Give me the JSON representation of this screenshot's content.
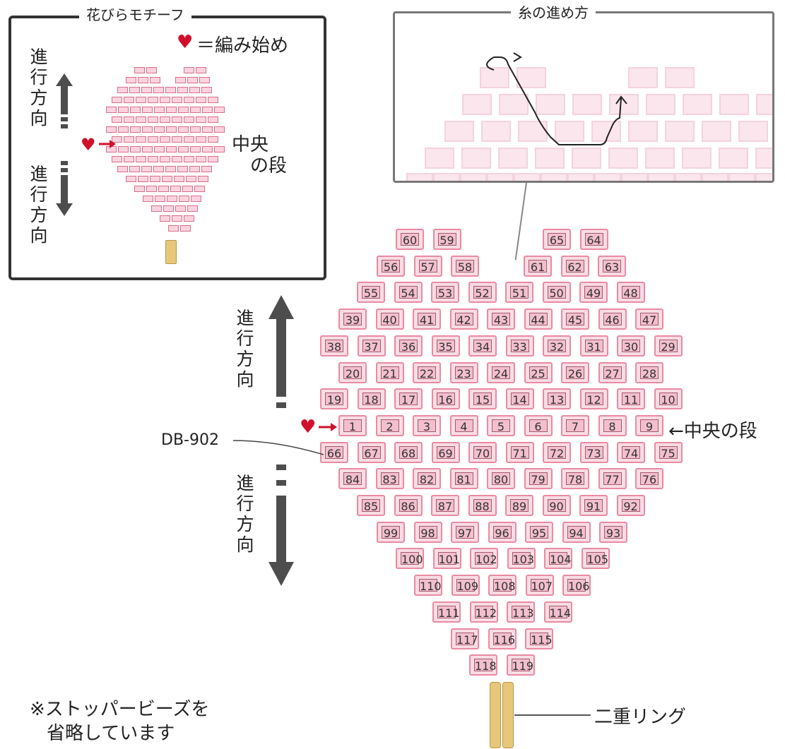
{
  "motif_panel": {
    "title": "花びらモチーフ",
    "legend": "＝編み始め",
    "direction_up": [
      "進",
      "行",
      "方",
      "向"
    ],
    "direction_down": [
      "進",
      "行",
      "方",
      "向"
    ],
    "center_row": [
      "中央",
      "の段"
    ]
  },
  "thread_panel": {
    "title": "糸の進め方"
  },
  "main": {
    "direction_up": [
      "進",
      "行",
      "方",
      "向"
    ],
    "direction_down": [
      "進",
      "行",
      "方",
      "向"
    ],
    "bead_code": "DB-902",
    "center_row": "←中央の段",
    "ring_label": "二重リング",
    "note_line1": "※ストッパービーズを",
    "note_line2": "省略しています"
  },
  "colors": {
    "bead_border": "#e98aa3",
    "bead_fill": "#f3bfcf",
    "heart": "#d0102a",
    "arrow": "#4d4d4d",
    "ring": "#e8c77a"
  },
  "icons": [
    "heart-icon",
    "arrow-right-icon",
    "arrow-up-icon",
    "arrow-down-icon",
    "ring-icon"
  ],
  "bead_rows": [
    {
      "segments": [
        [
          "60",
          "59"
        ],
        [
          "65",
          "64"
        ]
      ]
    },
    {
      "segments": [
        [
          "56",
          "57",
          "58"
        ],
        [
          "61",
          "62",
          "63"
        ]
      ]
    },
    {
      "segments": [
        [
          "55",
          "54",
          "53",
          "52",
          "51",
          "50",
          "49",
          "48"
        ]
      ]
    },
    {
      "segments": [
        [
          "39",
          "40",
          "41",
          "42",
          "43",
          "44",
          "45",
          "46",
          "47"
        ]
      ]
    },
    {
      "segments": [
        [
          "38",
          "37",
          "36",
          "35",
          "34",
          "33",
          "32",
          "31",
          "30",
          "29"
        ]
      ]
    },
    {
      "segments": [
        [
          "20",
          "21",
          "22",
          "23",
          "24",
          "25",
          "26",
          "27",
          "28"
        ]
      ]
    },
    {
      "segments": [
        [
          "19",
          "18",
          "17",
          "16",
          "15",
          "14",
          "13",
          "12",
          "11",
          "10"
        ]
      ]
    },
    {
      "segments": [
        [
          "1",
          "2",
          "3",
          "4",
          "5",
          "6",
          "7",
          "8",
          "9"
        ]
      ]
    },
    {
      "segments": [
        [
          "66",
          "67",
          "68",
          "69",
          "70",
          "71",
          "72",
          "73",
          "74",
          "75"
        ]
      ]
    },
    {
      "segments": [
        [
          "84",
          "83",
          "82",
          "81",
          "80",
          "79",
          "78",
          "77",
          "76"
        ]
      ]
    },
    {
      "segments": [
        [
          "85",
          "86",
          "87",
          "88",
          "89",
          "90",
          "91",
          "92"
        ]
      ]
    },
    {
      "segments": [
        [
          "99",
          "98",
          "97",
          "96",
          "95",
          "94",
          "93"
        ]
      ]
    },
    {
      "segments": [
        [
          "100",
          "101",
          "102",
          "103",
          "104",
          "105"
        ]
      ]
    },
    {
      "segments": [
        [
          "110",
          "109",
          "108",
          "107",
          "106"
        ]
      ]
    },
    {
      "segments": [
        [
          "111",
          "112",
          "113",
          "114"
        ]
      ]
    },
    {
      "segments": [
        [
          "117",
          "116",
          "115"
        ]
      ]
    },
    {
      "segments": [
        [
          "118",
          "119"
        ]
      ]
    }
  ]
}
